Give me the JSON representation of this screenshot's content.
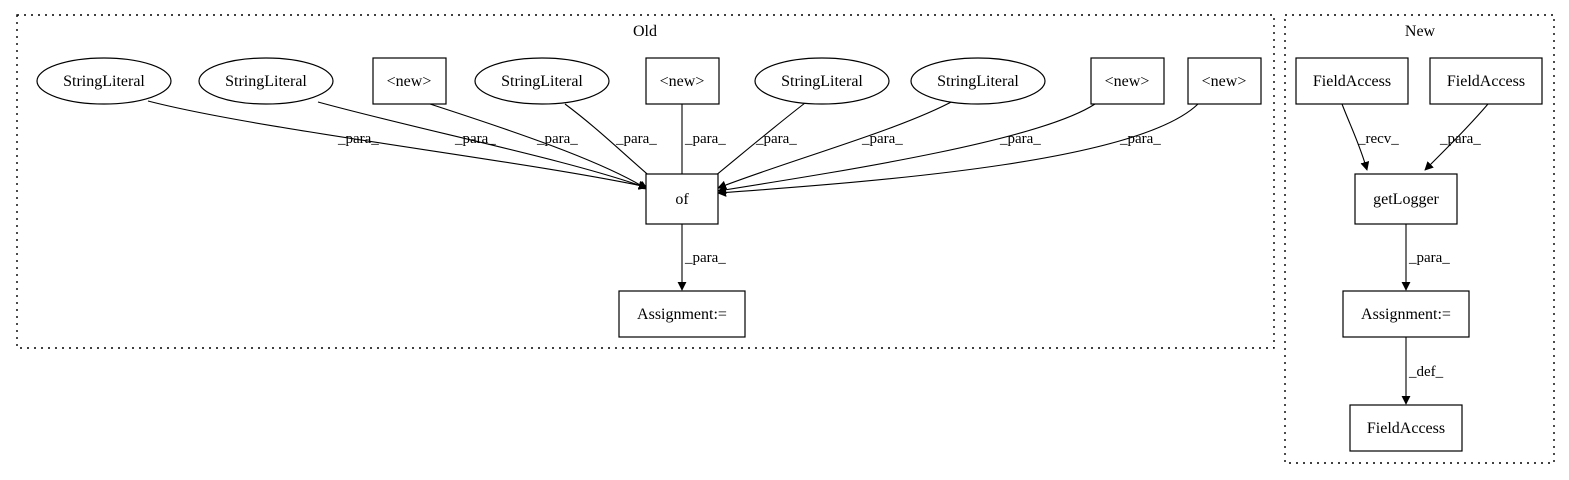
{
  "clusters": {
    "old": {
      "title": "Old"
    },
    "new": {
      "title": "New"
    }
  },
  "nodes": {
    "old_sl1": {
      "label": "StringLiteral"
    },
    "old_sl2": {
      "label": "StringLiteral"
    },
    "old_new1": {
      "label": "<new>"
    },
    "old_sl3": {
      "label": "StringLiteral"
    },
    "old_new2": {
      "label": "<new>"
    },
    "old_sl4": {
      "label": "StringLiteral"
    },
    "old_sl5": {
      "label": "StringLiteral"
    },
    "old_new3": {
      "label": "<new>"
    },
    "old_new4": {
      "label": "<new>"
    },
    "old_of": {
      "label": "of"
    },
    "old_assign": {
      "label": "Assignment:="
    },
    "new_fa1": {
      "label": "FieldAccess"
    },
    "new_fa2": {
      "label": "FieldAccess"
    },
    "new_getlogger": {
      "label": "getLogger"
    },
    "new_assign": {
      "label": "Assignment:="
    },
    "new_fa3": {
      "label": "FieldAccess"
    }
  },
  "edges": {
    "e1": {
      "label": "_para_"
    },
    "e2": {
      "label": "_para_"
    },
    "e3": {
      "label": "_para_"
    },
    "e4": {
      "label": "_para_"
    },
    "e5": {
      "label": "_para_"
    },
    "e6": {
      "label": "_para_"
    },
    "e7": {
      "label": "_para_"
    },
    "e8": {
      "label": "_para_"
    },
    "e9": {
      "label": "_para_"
    },
    "e10": {
      "label": "_para_"
    },
    "e11": {
      "label": "_recv_"
    },
    "e12": {
      "label": "_para_"
    },
    "e13": {
      "label": "_para_"
    },
    "e14": {
      "label": "_def_"
    }
  }
}
